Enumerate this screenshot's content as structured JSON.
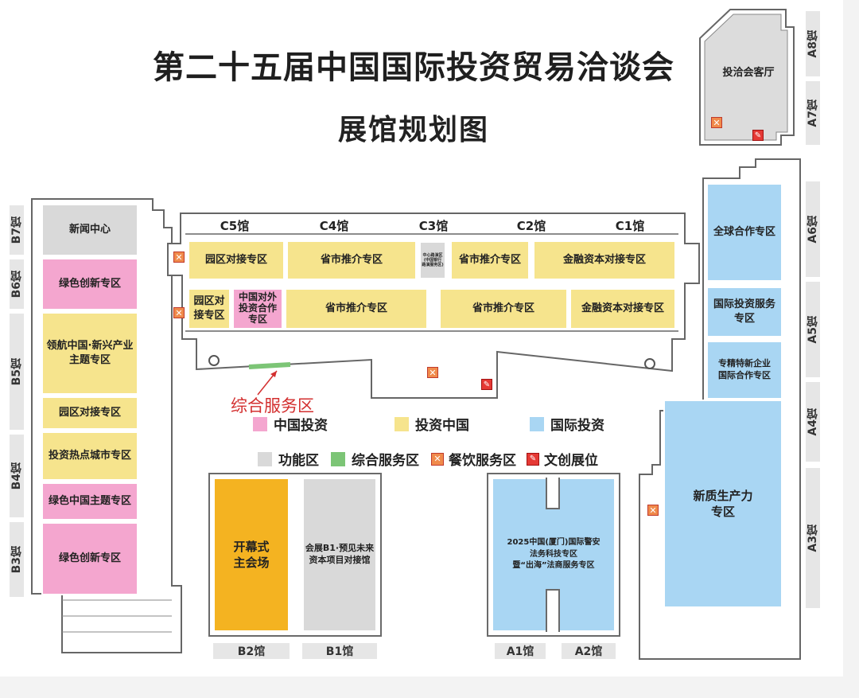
{
  "title": "第二十五届中国国际投资贸易洽谈会",
  "subtitle": "展馆规划图",
  "halls": {
    "a8": "A8馆",
    "a7": "A7馆",
    "a6": "A6馆",
    "a5": "A5馆",
    "a4": "A4馆",
    "a3": "A3馆",
    "b7": "B7馆",
    "b6": "B6馆",
    "b5": "B5馆",
    "b4": "B4馆",
    "b3": "B3馆",
    "c5": "C5馆",
    "c4": "C4馆",
    "c3": "C3馆",
    "c2": "C2馆",
    "c1": "C1馆",
    "b2": "B2馆",
    "b1": "B1馆",
    "a1": "A1馆",
    "a2": "A2馆"
  },
  "zones": {
    "lounge": "投洽会客厅",
    "press": "新闻中心",
    "green1": "绿色创新专区",
    "lead": "领航中国·新兴产业\n主题专区",
    "park_b": "园区对接专区",
    "hotcity": "投资热点城市专区",
    "greenchina": "绿色中国主题专区",
    "green2": "绿色创新专区",
    "c_park1": "园区对接专区",
    "c_prov1": "省市推介专区",
    "c_center": "中心路演区\n(中国银行\n路演服务区)",
    "c_prov2": "省市推介专区",
    "c_fin1": "金融资本对接专区",
    "c_park2": "园区对\n接专区",
    "c_china_out": "中国对外\n投资合作\n专区",
    "c_prov3": "省市推介专区",
    "c_prov4": "省市推介专区",
    "c_fin2": "金融资本对接专区",
    "global": "全球合作专区",
    "intl_service": "国际投资服务\n专区",
    "special": "专精特新企业\n国际合作专区",
    "new_quality": "新质生产力\n专区",
    "opening": "开幕式\n主会场",
    "b1_hall": "会展B1·预见未来\n资本项目对接馆",
    "a1_zone": "2025中国(厦门)国际警安\n法务科技专区\n暨“出海”法商服务专区"
  },
  "annotation": "综合服务区",
  "legend": {
    "china_invest": "中国投资",
    "invest_china": "投资中国",
    "intl_invest": "国际投资",
    "function": "功能区",
    "service": "综合服务区",
    "food": "餐饮服务区",
    "culture": "文创展位"
  },
  "colors": {
    "china_invest": "#f4a6cf",
    "invest_china": "#f6e48d",
    "intl_invest": "#a9d6f3",
    "function": "#d9d9d9",
    "service": "#7cc576",
    "food": "#f08a4b",
    "culture": "#e53935",
    "main_venue": "#f4b321"
  },
  "icons": [
    "food-service-icon",
    "cultural-booth-icon",
    "escalator-icon"
  ]
}
